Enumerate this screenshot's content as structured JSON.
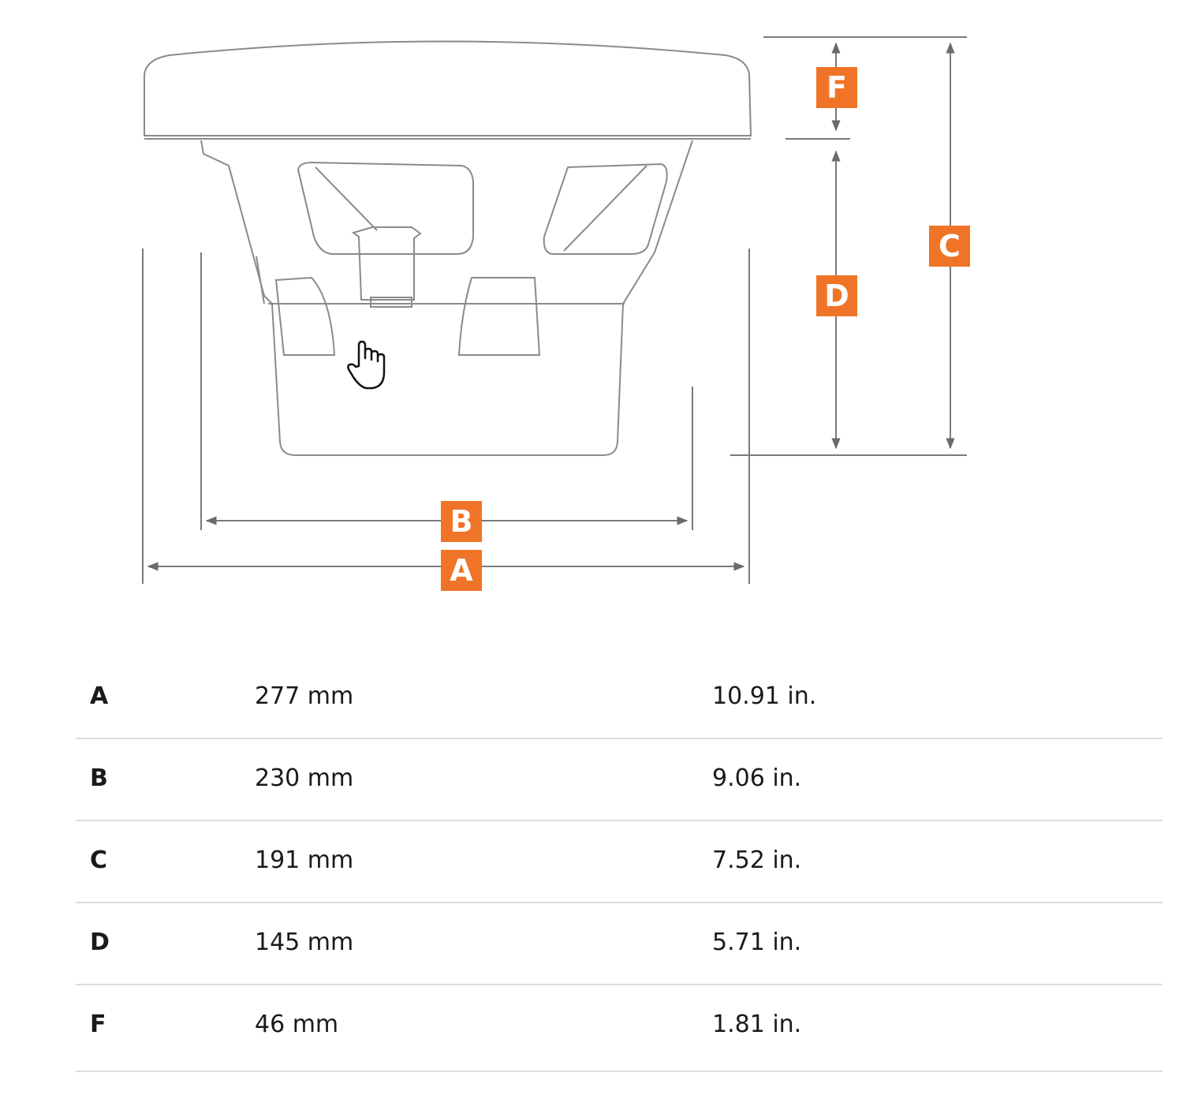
{
  "accent_color": "#f07427",
  "diagram": {
    "labels": [
      "A",
      "B",
      "C",
      "D",
      "F"
    ],
    "cursor_icon": "hand-pointer-icon"
  },
  "dimensions": [
    {
      "label": "A",
      "mm": "277 mm",
      "inches": "10.91 in."
    },
    {
      "label": "B",
      "mm": "230 mm",
      "inches": "9.06 in."
    },
    {
      "label": "C",
      "mm": "191 mm",
      "inches": "7.52 in."
    },
    {
      "label": "D",
      "mm": "145 mm",
      "inches": "5.71 in."
    },
    {
      "label": "F",
      "mm": "46 mm",
      "inches": "1.81 in."
    }
  ]
}
